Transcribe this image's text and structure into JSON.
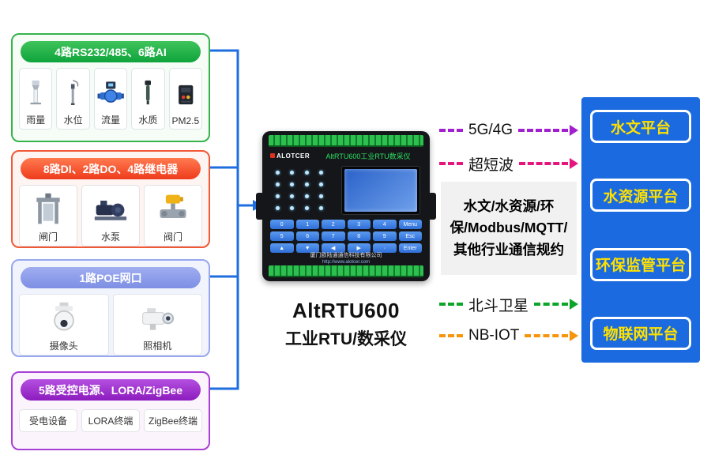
{
  "colors": {
    "connector_blue": "#1e6ee0",
    "platform_bg": "#1b6adf",
    "platform_text": "#ffe100",
    "link_5g": "#a21fd0",
    "link_uhf": "#e6157e",
    "link_beidou": "#0ca52a",
    "link_nbiot": "#f6940c"
  },
  "panels": [
    {
      "title": "4路RS232/485、6路AI",
      "items": [
        {
          "label": "雨量",
          "icon": "rain-gauge"
        },
        {
          "label": "水位",
          "icon": "water-level"
        },
        {
          "label": "流量",
          "icon": "flow-meter"
        },
        {
          "label": "水质",
          "icon": "water-quality"
        },
        {
          "label": "PM2.5",
          "icon": "pm25-sensor"
        }
      ]
    },
    {
      "title": "8路DI、2路DO、4路继电器",
      "items": [
        {
          "label": "闸门",
          "icon": "gate"
        },
        {
          "label": "水泵",
          "icon": "pump"
        },
        {
          "label": "阀门",
          "icon": "valve"
        }
      ]
    },
    {
      "title": "1路POE网口",
      "items": [
        {
          "label": "摄像头",
          "icon": "ptz-camera"
        },
        {
          "label": "照相机",
          "icon": "box-camera"
        }
      ]
    },
    {
      "title": "5路受控电源、LORA/ZigBee",
      "items": [
        {
          "label": "受电设备"
        },
        {
          "label": "LORA终端"
        },
        {
          "label": "ZigBee终端"
        }
      ]
    }
  ],
  "device": {
    "brand": "ALOTCER",
    "faceplate_title": "AltRTU600工业RTU数采仪",
    "company": "厦门欧陆通通信科技有限公司",
    "website": "http://www.alotcer.com",
    "keypad": [
      [
        "0",
        "1",
        "2",
        "3",
        "4",
        "Menu"
      ],
      [
        "5",
        "6",
        "7",
        "8",
        "9",
        "Esc"
      ],
      [
        "▲",
        "▼",
        "◀",
        "▶",
        "·",
        "Enter"
      ]
    ],
    "caption_line1": "AltRTU600",
    "caption_line2": "工业RTU/数采仪"
  },
  "links": [
    {
      "label": "5G/4G"
    },
    {
      "label": "超短波"
    },
    {
      "label": "北斗卫星"
    },
    {
      "label": "NB-IOT"
    }
  ],
  "protocol_box": "水文/水资源/环保/Modbus/MQTT/其他行业通信规约",
  "platforms": [
    {
      "label": "水文平台"
    },
    {
      "label": "水资源平台"
    },
    {
      "label": "环保监管平台"
    },
    {
      "label": "物联网平台"
    }
  ]
}
